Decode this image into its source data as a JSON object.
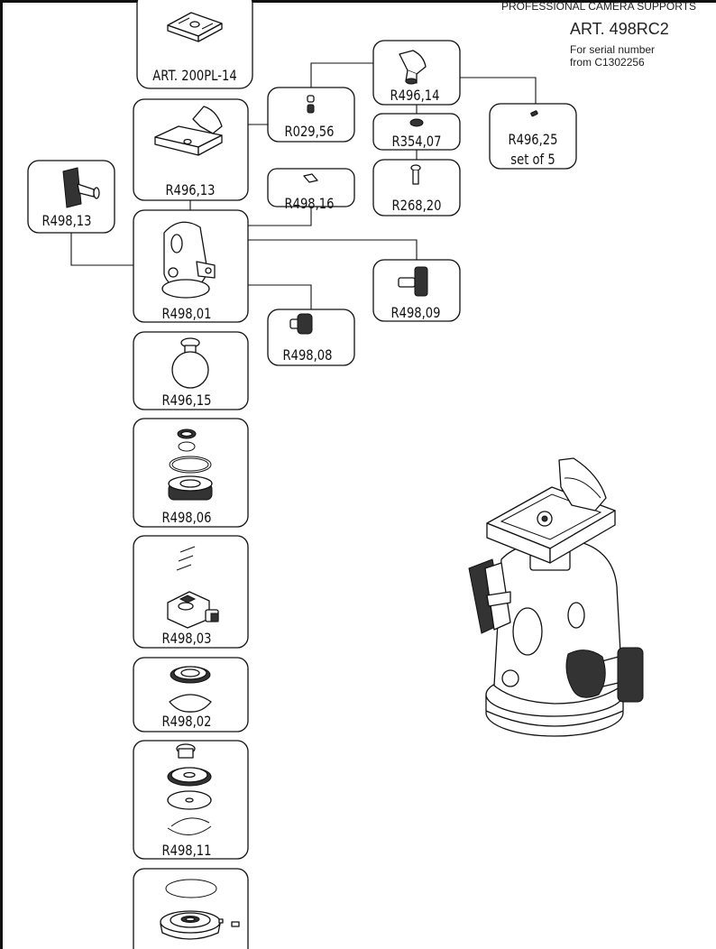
{
  "header": {
    "brand": "PROFESSIONAL CAMERA SUPPORTS",
    "article": "ART. 498RC2",
    "serial_line1": "For serial number",
    "serial_line2": "from C1302256"
  },
  "parts": {
    "art200pl14": "ART. 200PL-14",
    "r496_14": "R496,14",
    "r029_56": "R029,56",
    "r354_07": "R354,07",
    "r496_25": "R496,25",
    "r496_25_note": "set of 5",
    "r496_13": "R496,13",
    "r498_16": "R498,16",
    "r268_20": "R268,20",
    "r498_13": "R498,13",
    "r498_01": "R498,01",
    "r498_09": "R498,09",
    "r498_08": "R498,08",
    "r496_15": "R496,15",
    "r498_06": "R498,06",
    "r498_03": "R498,03",
    "r498_02": "R498,02",
    "r498_11": "R498,11"
  }
}
